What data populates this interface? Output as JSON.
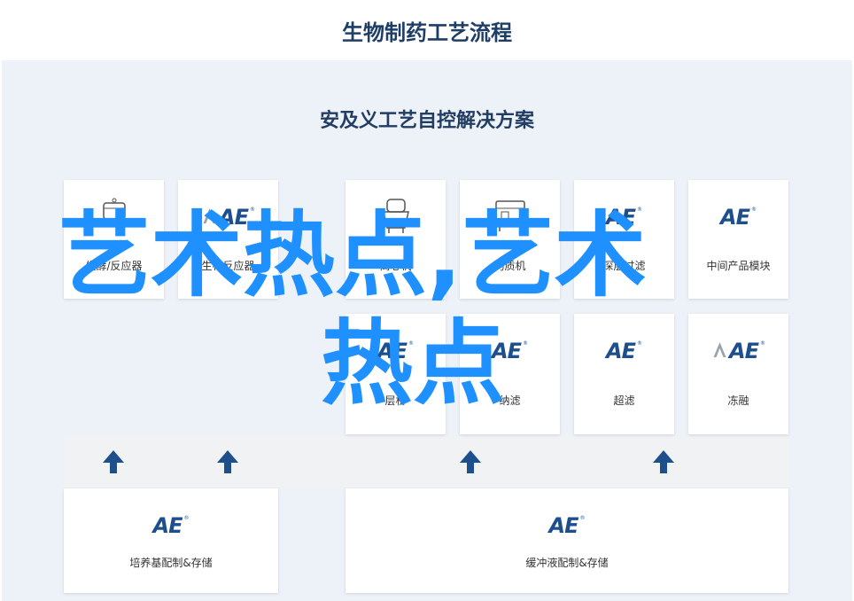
{
  "header": {
    "title": "生物制药工艺流程"
  },
  "panel": {
    "title": "安及义工艺自控解决方案"
  },
  "cards": {
    "c1": {
      "label": "发酵/反应器",
      "icon": "bioreactor-icon"
    },
    "c2": {
      "label": "生物反应器",
      "icon": "ae-logo"
    },
    "c3": {
      "label": "离心机",
      "icon": "centrifuge-icon"
    },
    "c4": {
      "label": "均质机",
      "icon": "homogenizer-icon"
    },
    "c5": {
      "label": "深层过滤",
      "icon": "ae-logo"
    },
    "c6": {
      "label": "中间产品模块",
      "icon": "ae-logo"
    },
    "c7": {
      "label": "层析",
      "icon": "ae-logo"
    },
    "c8": {
      "label": "纳滤",
      "icon": "ae-logo"
    },
    "c9": {
      "label": "超滤",
      "icon": "ae-logo"
    },
    "c10": {
      "label": "冻融",
      "icon": "ae-logo"
    },
    "b1": {
      "label": "培养基配制&存储",
      "icon": "ae-logo"
    },
    "b2": {
      "label": "缓冲液配制&存储",
      "icon": "ae-logo"
    }
  },
  "logo": {
    "text": "AE",
    "mark": "®"
  },
  "watermark": {
    "line1": "艺术热点,艺术",
    "line2": "热点"
  },
  "colors": {
    "accent": "#1c4f8c",
    "watermark": "#1e90ff",
    "panel": "#edf1f8"
  }
}
